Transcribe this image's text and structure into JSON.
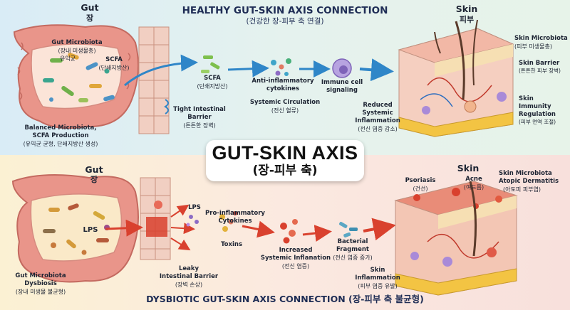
{
  "healthy": {
    "title": "HEALTHY GUT-SKIN AXIS CONNECTION",
    "subtitle": "(건강한 장-피부 축 연결)",
    "gut_label": "Gut",
    "gut_label_kr": "장",
    "skin_label": "Skin",
    "skin_label_kr": "피부",
    "gut_microbiota": "Gut Microbiota",
    "gut_microbiota_kr": "(장내 미생물총)",
    "probiotics_kr": "유익균",
    "scfa": "SCFA",
    "scfa_kr": "(단쇄지방산)",
    "scfa2": "SCFA",
    "scfa2_kr": "(단쇄지방산)",
    "balanced": "Balanced Microbiota,",
    "balanced2": "SCFA Production",
    "balanced_kr": "(유익균 균형, 단쇄지방산 생성)",
    "barrier": "Tight Intestinal",
    "barrier2": "Barrier",
    "barrier_kr": "(튼튼한 장벽)",
    "anti": "Anti-inflammatory",
    "anti2": "cytokines",
    "immune": "Immune cell",
    "immune2": "signaling",
    "circulation": "Systemic Circulation",
    "circulation_kr": "(전신 혈류)",
    "reduced": "Reduced",
    "reduced2": "Systemic",
    "reduced3": "Inflammation",
    "reduced_kr": "(전신 염증 감소)",
    "skin_microbiota": "Skin Microbiota",
    "skin_microbiota_kr": "(피부 미생물총)",
    "skin_barrier": "Skin Barrier",
    "skin_barrier_kr": "(튼튼한 피부 장벽)",
    "skin_immunity": "Skin",
    "skin_immunity2": "Immunity",
    "skin_immunity3": "Regulation",
    "skin_immunity_kr": "(피부 면역 조절)"
  },
  "center": {
    "title": "GUT-SKIN AXIS",
    "subtitle": "(장-피부 축)"
  },
  "dysbiotic": {
    "title": "DYSBIOTIC GUT-SKIN AXIS CONNECTION (장-피부 축 불균형)",
    "gut_label": "Gut",
    "gut_label_kr": "장",
    "skin_label": "Skin",
    "lps": "LPS",
    "lps2": "LPS",
    "dysbiosis": "Gut Microbiota",
    "dysbiosis2": "Dysbiosis",
    "dysbiosis_kr": "(장내 미생물 불균형)",
    "leaky": "Leaky",
    "leaky2": "Intestinal Barrier",
    "leaky_kr": "(장벽 손상)",
    "pro": "Pro-inflammatory",
    "pro2": "Cytokines",
    "toxins": "Toxins",
    "increased": "Increased",
    "increased2": "Systemic Inflanation",
    "increased_kr": "(전신 염증)",
    "bacterial": "Bacterial",
    "bacterial2": "Fragment",
    "bacterial_kr": "(전신 염증 증가)",
    "skin_infl": "Skin",
    "skin_infl2": "Inflammation",
    "skin_infl_kr": "(피부 염증 유발)",
    "psoriasis": "Psoriasis",
    "psoriasis_kr": "(건선)",
    "acne": "Acne",
    "acne_kr": "(여드름)",
    "skin_microbiota": "Skin Microbiota",
    "atopic": "Atopic Dermatitis",
    "atopic_kr": "(아토피 피부염)"
  },
  "colors": {
    "healthy_bg": "#d9ecf6",
    "dysbiotic_bg": "#fbf1d3",
    "arrow_blue": "#2f86c8",
    "arrow_red": "#d9412e",
    "intestine": "#e9958a"
  }
}
